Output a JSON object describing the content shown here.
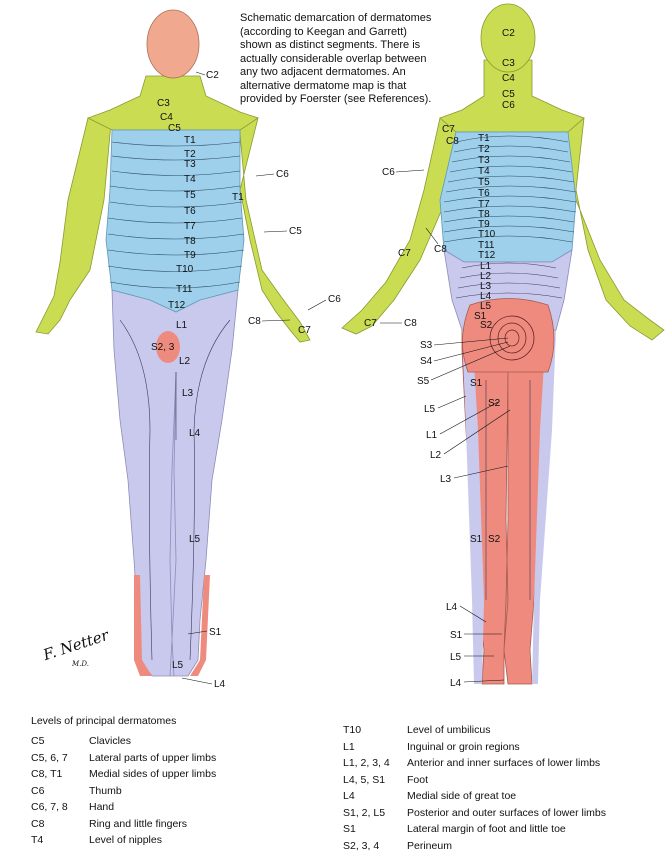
{
  "note": "Schematic demarcation of dermatomes (according to Keegan and Garrett) shown as distinct segments. There is actually considerable overlap between any two adjacent dermatomes. An alternative dermatome map is that provided by Foerster (see References).",
  "signature": "F. Netter",
  "signature_suffix": "M.D.",
  "colors": {
    "cervical": "#c9dc52",
    "thoracic": "#9ed0ec",
    "lumbar": "#c9c9ee",
    "sacral": "#ee8b7e",
    "skin": "#f0a98e"
  },
  "front_labels": {
    "c2": "C2",
    "c3": "C3",
    "c4": "C4",
    "c5": "C5",
    "t1": "T1",
    "t2": "T2",
    "t3": "T3",
    "t4": "T4",
    "t5": "T5",
    "t6": "T6",
    "t7": "T7",
    "t8": "T8",
    "t9": "T9",
    "t10": "T10",
    "t11": "T11",
    "t12": "T12",
    "c6": "C6",
    "t1_arm": "T1",
    "c5_arm": "C5",
    "c6_hand": "C6",
    "c8_hand": "C8",
    "c7_hand": "C7",
    "l1": "L1",
    "s23": "S2, 3",
    "l2": "L2",
    "l3": "L3",
    "l4": "L4",
    "l5": "L5",
    "s1": "S1",
    "l5_foot": "L5",
    "l4_foot": "L4"
  },
  "back_labels": {
    "c2": "C2",
    "c3": "C3",
    "c4": "C4",
    "c5": "C5",
    "c6": "C6",
    "c7": "C7",
    "c8": "C8",
    "t1": "T1",
    "t2": "T2",
    "t3": "T3",
    "t4": "T4",
    "t5": "T5",
    "t6": "T6",
    "t7": "T7",
    "t8": "T8",
    "t9": "T9",
    "t10": "T10",
    "t11": "T11",
    "t12": "T12",
    "l1": "L1",
    "l2": "L2",
    "l3": "L3",
    "l4": "L4",
    "l5": "L5",
    "s1": "S1",
    "s2": "S2",
    "c6_arm": "C6",
    "c8_arm": "C8",
    "c7_arm": "C7",
    "c7_hand": "C7",
    "c8_hand": "C8",
    "s3": "S3",
    "s4": "S4",
    "s5": "S5",
    "s1_thigh": "S1",
    "s2_thigh": "S2",
    "l5_thigh": "L5",
    "l1_thigh": "L1",
    "l2_thigh": "L2",
    "l3_leg": "L3",
    "s1_leg": "S1",
    "s2_leg": "S2",
    "l4_ankle": "L4",
    "s1_ankle": "S1",
    "l5_ankle": "L5",
    "l4_foot": "L4"
  },
  "legend_left": {
    "title": "Levels of principal dermatomes",
    "rows": [
      {
        "key": "C5",
        "desc": "Clavicles"
      },
      {
        "key": "C5, 6, 7",
        "desc": "Lateral parts of upper limbs"
      },
      {
        "key": "C8, T1",
        "desc": "Medial sides of upper limbs"
      },
      {
        "key": "C6",
        "desc": "Thumb"
      },
      {
        "key": "C6, 7, 8",
        "desc": "Hand"
      },
      {
        "key": "C8",
        "desc": "Ring and little fingers"
      },
      {
        "key": "T4",
        "desc": "Level of  nipples"
      }
    ]
  },
  "legend_right": {
    "rows": [
      {
        "key": "T10",
        "desc": "Level of umbilicus"
      },
      {
        "key": "L1",
        "desc": "Inguinal or groin regions"
      },
      {
        "key": "L1, 2, 3, 4",
        "desc": "Anterior and inner surfaces of lower limbs"
      },
      {
        "key": "L4, 5, S1",
        "desc": "Foot"
      },
      {
        "key": "L4",
        "desc": "Medial side of great toe"
      },
      {
        "key": "S1, 2, L5",
        "desc": "Posterior and outer surfaces of lower limbs"
      },
      {
        "key": "S1",
        "desc": "Lateral margin of foot and little toe"
      },
      {
        "key": "S2, 3, 4",
        "desc": "Perineum"
      }
    ]
  }
}
